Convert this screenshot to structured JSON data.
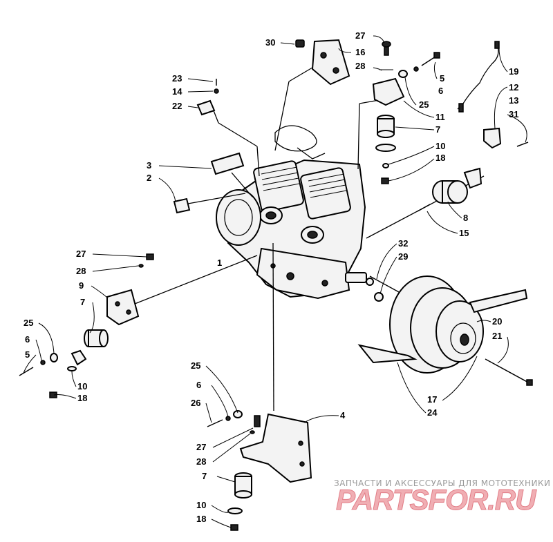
{
  "callouts": {
    "c30": "30",
    "c16": "16",
    "c27a": "27",
    "c28a": "28",
    "c5a": "5",
    "c6a": "6",
    "c25a": "25",
    "c11": "11",
    "c7a": "7",
    "c10a": "10",
    "c18a": "18",
    "c19": "19",
    "c12": "12",
    "c13": "13",
    "c31": "31",
    "c8": "8",
    "c15": "15",
    "c23": "23",
    "c14": "14",
    "c22": "22",
    "c3": "3",
    "c2": "2",
    "c1": "1",
    "c27b": "27",
    "c28b": "28",
    "c9": "9",
    "c7b": "7",
    "c25b": "25",
    "c6b": "6",
    "c5b": "5",
    "c10b": "10",
    "c18b": "18",
    "c32": "32",
    "c29": "29",
    "c20": "20",
    "c21": "21",
    "c17": "17",
    "c24": "24",
    "c4": "4",
    "c25c": "25",
    "c6c": "6",
    "c26": "26",
    "c27c": "27",
    "c28c": "28",
    "c7c": "7",
    "c10c": "10",
    "c18c": "18"
  },
  "watermark": {
    "tagline": "ЗАПЧАСТИ И АКСЕССУАРЫ ДЛЯ МОТОТЕХНИКИ",
    "logo": "PARTSFOR.RU"
  },
  "colors": {
    "ink": "#000000",
    "watermark_text": "#9a9a9a",
    "logo_fill": "#f0aeb3",
    "logo_stroke": "#e27d87"
  }
}
